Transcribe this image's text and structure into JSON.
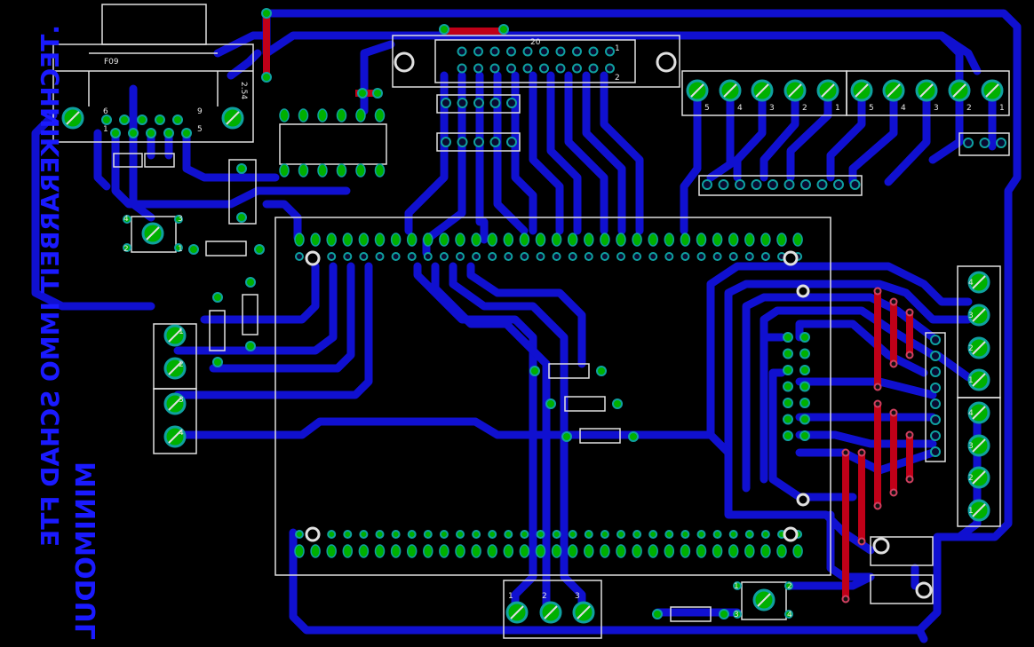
{
  "board": {
    "background": "#000000",
    "bottom_copper_color": "#1010d0",
    "top_copper_color": "#c00018",
    "pad_color": "#0fa0a0",
    "via_fill_color": "#00c000",
    "silkscreen_color": "#e0e0e0"
  },
  "mirrored_text": {
    "line1": "MINIMODUL",
    "line2": ".TECHNIKERARBEIT IMMO SCHAD FTE"
  },
  "db9": {
    "label": "F09",
    "pin_left_top": "6",
    "pin_right_top": "9",
    "pin_left_bottom": "1",
    "pin_right_bottom": "5",
    "pitch": "2.54"
  },
  "ribbon_header": {
    "top_number": "20",
    "pin1": "1",
    "pin2": "2"
  },
  "terminal_top_left": [
    "5",
    "4",
    "3",
    "2",
    "1"
  ],
  "terminal_top_right": [
    "5",
    "4",
    "3",
    "2",
    "1"
  ],
  "terminal_left": [
    "1",
    "2",
    "3",
    "4"
  ],
  "terminal_right": [
    "4",
    "3",
    "2",
    "1",
    "4",
    "3",
    "2",
    "1"
  ],
  "terminal_bottom": [
    "1",
    "2",
    "3"
  ],
  "switch_left": [
    "4",
    "3",
    "2",
    "1"
  ],
  "switch_bottom": [
    "1",
    "2",
    "3",
    "4"
  ]
}
